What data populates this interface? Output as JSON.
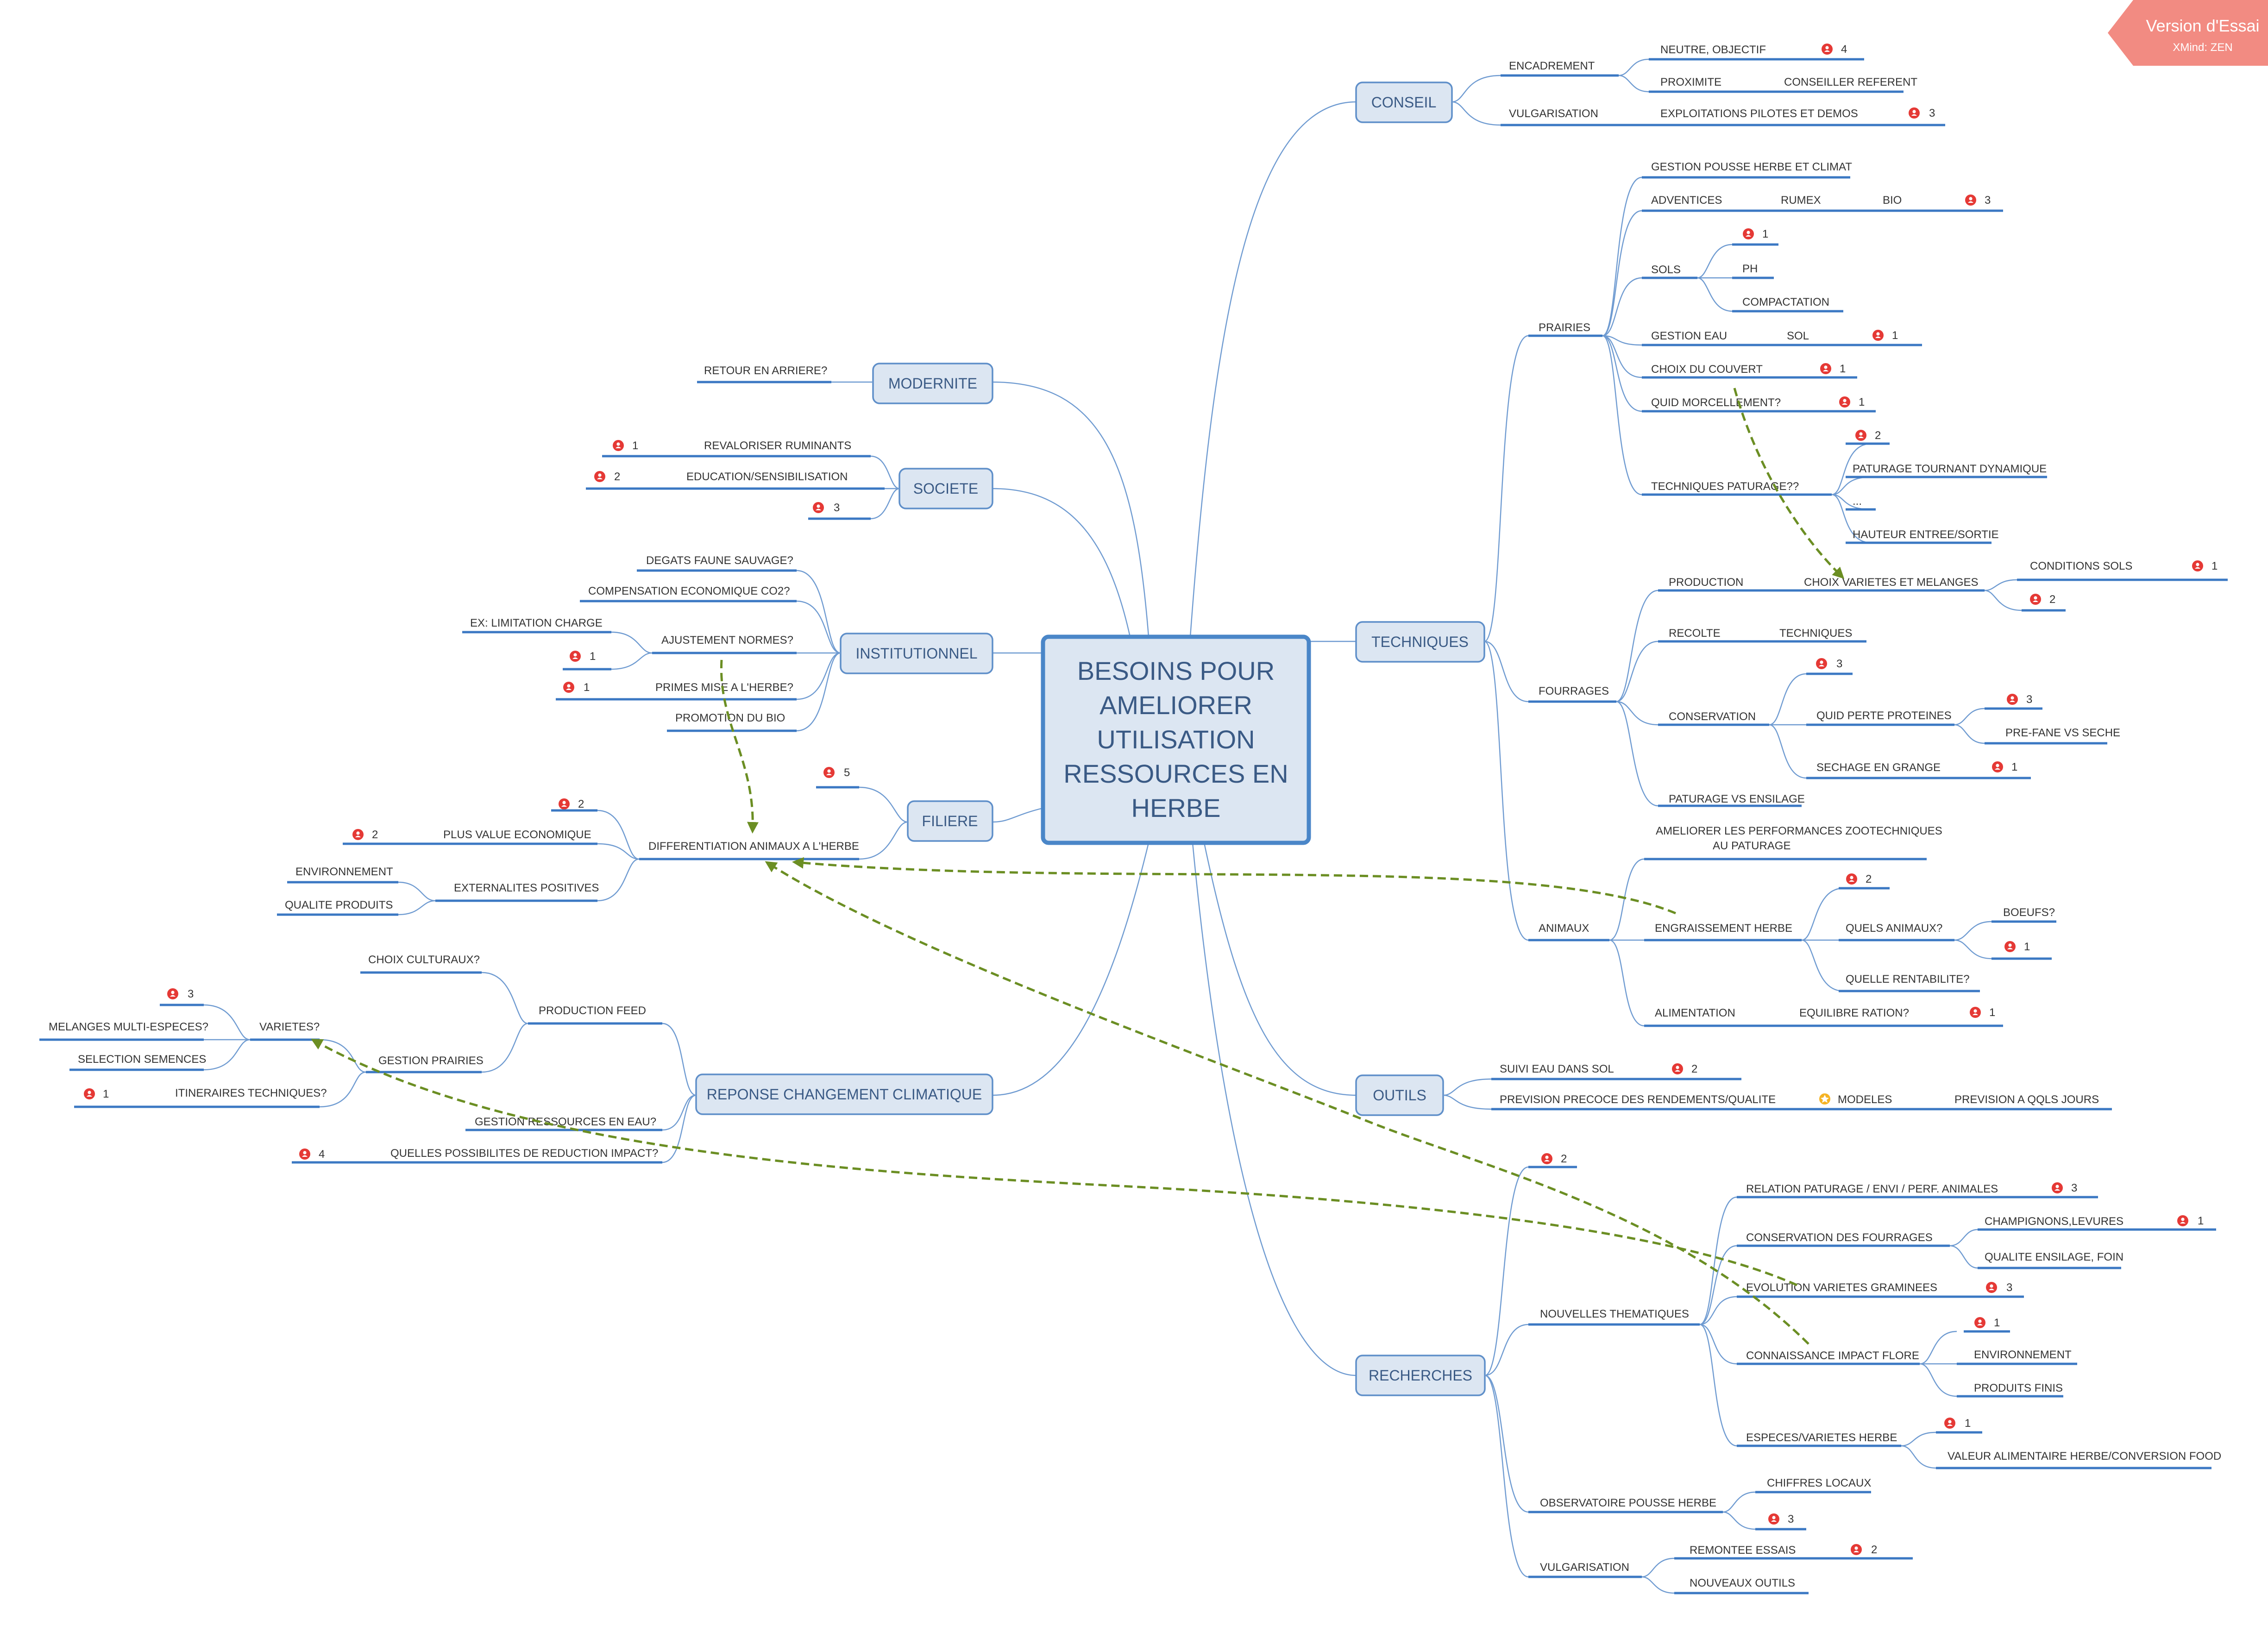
{
  "watermark": {
    "title": "Version d'Essai",
    "subtitle": "XMind: ZEN"
  },
  "root": "BESOINS POUR AMELIORER UTILISATION RESSOURCES EN HERBE",
  "root_lines": [
    "BESOINS POUR",
    "AMELIORER",
    "UTILISATION",
    "RESSOURCES EN",
    "HERBE"
  ],
  "colors": {
    "main_fill": "#dce6f2",
    "main_border": "#5f8fc9",
    "underline": "#3b78c3",
    "branch": "#6f9bd1",
    "relation": "#6b8e23",
    "priority_marker": "#e53935",
    "star_marker": "#f5b324",
    "banner": "#f28b82"
  },
  "icons": {
    "priority": "priority-marker-icon",
    "star": "star-marker-icon"
  },
  "nodes": {
    "modernite": "MODERNITE",
    "retour": "RETOUR EN ARRIERE?",
    "societe": "SOCIETE",
    "revaloriser": "REVALORISER RUMINANTS",
    "education": "EDUCATION/SENSIBILISATION",
    "institutionnel": "INSTITUTIONNEL",
    "degats": "DEGATS FAUNE SAUVAGE?",
    "compensation": "COMPENSATION ECONOMIQUE CO2?",
    "ajustement": "AJUSTEMENT NORMES?",
    "ex_limitation": "EX: LIMITATION CHARGE",
    "primes": "PRIMES MISE A L'HERBE?",
    "promotion": "PROMOTION DU BIO",
    "filiere": "FILIERE",
    "differentiation": "DIFFERENTIATION ANIMAUX A L'HERBE",
    "plus_value": "PLUS VALUE ECONOMIQUE",
    "externalites": "EXTERNALITES POSITIVES",
    "environnement_l": "ENVIRONNEMENT",
    "qualite_produits": "QUALITE PRODUITS",
    "reponse": "REPONSE CHANGEMENT CLIMATIQUE",
    "production_feed": "PRODUCTION FEED",
    "choix_culturaux": "CHOIX CULTURAUX?",
    "gestion_prairies": "GESTION PRAIRIES",
    "varietes": "VARIETES?",
    "melanges": "MELANGES MULTI-ESPECES?",
    "selection": "SELECTION SEMENCES",
    "itineraires": "ITINERAIRES TECHNIQUES?",
    "gestion_ressources": "GESTION RESSOURCES EN EAU?",
    "quelles_possibilites": "QUELLES POSSIBILITES DE REDUCTION IMPACT?",
    "conseil": "CONSEIL",
    "encadrement": "ENCADREMENT",
    "neutre": "NEUTRE, OBJECTIF",
    "proximite": "PROXIMITE",
    "conseiller": "CONSEILLER REFERENT",
    "vulgarisation_c": "VULGARISATION",
    "exploitations": "EXPLOITATIONS PILOTES ET DEMOS",
    "techniques": "TECHNIQUES",
    "prairies": "PRAIRIES",
    "gestion_pousse": "GESTION POUSSE HERBE ET CLIMAT",
    "adventices": "ADVENTICES",
    "rumex": "RUMEX",
    "bio": "BIO",
    "sols": "SOLS",
    "ph": "PH",
    "compaction": "COMPACTATION",
    "gestion_eau": "GESTION EAU",
    "sol": "SOL",
    "choix_couvert": "CHOIX DU COUVERT",
    "quid_morcellement": "QUID MORCELLEMENT?",
    "techniques_paturage": "TECHNIQUES PATURAGE??",
    "paturage_tournant": "PATURAGE TOURNANT DYNAMIQUE",
    "ellipsis": "...",
    "hauteur": "HAUTEUR ENTREE/SORTIE",
    "fourrages": "FOURRAGES",
    "production": "PRODUCTION",
    "choix_varietes": "CHOIX VARIETES ET MELANGES",
    "conditions_sols": "CONDITIONS SOLS",
    "recolte": "RECOLTE",
    "techniques_r": "TECHNIQUES",
    "conservation": "CONSERVATION",
    "quid_perte": "QUID PERTE PROTEINES",
    "pre_fane": "PRE-FANE VS SECHE",
    "sechage": "SECHAGE EN GRANGE",
    "paturage_vs": "PATURAGE VS ENSILAGE",
    "animaux": "ANIMAUX",
    "ameliorer_perf_1": "AMELIORER LES PERFORMANCES ZOOTECHNIQUES",
    "ameliorer_perf_2": "AU PATURAGE",
    "engraissement": "ENGRAISSEMENT HERBE",
    "quels_animaux": "QUELS ANIMAUX?",
    "boeufs": "BOEUFS?",
    "quelle_rentabilite": "QUELLE RENTABILITE?",
    "alimentation": "ALIMENTATION",
    "equilibre": "EQUILIBRE RATION?",
    "outils": "OUTILS",
    "suivi_eau": "SUIVI EAU DANS SOL",
    "prevision_precoce": "PREVISION PRECOCE DES RENDEMENTS/QUALITE",
    "modeles": "MODELES",
    "prevision_qqls": "PREVISION A QQLS JOURS",
    "recherches": "RECHERCHES",
    "nouvelles_thematiques": "NOUVELLES THEMATIQUES",
    "relation_paturage": "RELATION PATURAGE / ENVI / PERF. ANIMALES",
    "conservation_fourrages": "CONSERVATION DES FOURRAGES",
    "champignons": "CHAMPIGNONS,LEVURES",
    "qualite_ensilage": "QUALITE ENSILAGE, FOIN",
    "evolution": "EVOLUTION VARIETES GRAMINEES",
    "connaissance": "CONNAISSANCE IMPACT FLORE",
    "environnement_r": "ENVIRONNEMENT",
    "produits_finis": "PRODUITS FINIS",
    "especes": "ESPECES/VARIETES HERBE",
    "valeur": "VALEUR ALIMENTAIRE HERBE/CONVERSION FOOD",
    "observatoire": "OBSERVATOIRE POUSSE HERBE",
    "chiffres": "CHIFFRES LOCAUX",
    "vulgarisation_r": "VULGARISATION",
    "remontee": "REMONTEE ESSAIS",
    "nouveaux_outils": "NOUVEAUX OUTILS"
  },
  "markers": {
    "revaloriser": "1",
    "education": "2",
    "societe_blank": "3",
    "ajustement_blank": "1",
    "primes": "1",
    "filiere_blank": "5",
    "differentiation_blank": "2",
    "plus_value": "2",
    "varietes_blank": "3",
    "itineraires": "1",
    "quelles_possibilites": "4",
    "neutre": "4",
    "exploitations": "3",
    "bio": "3",
    "sols_blank": "1",
    "gestion_eau": "1",
    "choix_couvert": "1",
    "quid_morcellement": "1",
    "techniques_paturage_blank": "2",
    "conditions_sols": "1",
    "choix_varietes_blank": "2",
    "conservation_blank": "3",
    "quid_perte_blank": "3",
    "sechage": "1",
    "engraissement_blank": "2",
    "boeufs_blank": "1",
    "equilibre": "1",
    "suivi_eau": "2",
    "recherches_blank": "2",
    "relation_paturage": "3",
    "champignons": "1",
    "evolution": "3",
    "connaissance_blank": "1",
    "especes_blank": "1",
    "observatoire_blank": "3",
    "remontee": "2"
  }
}
